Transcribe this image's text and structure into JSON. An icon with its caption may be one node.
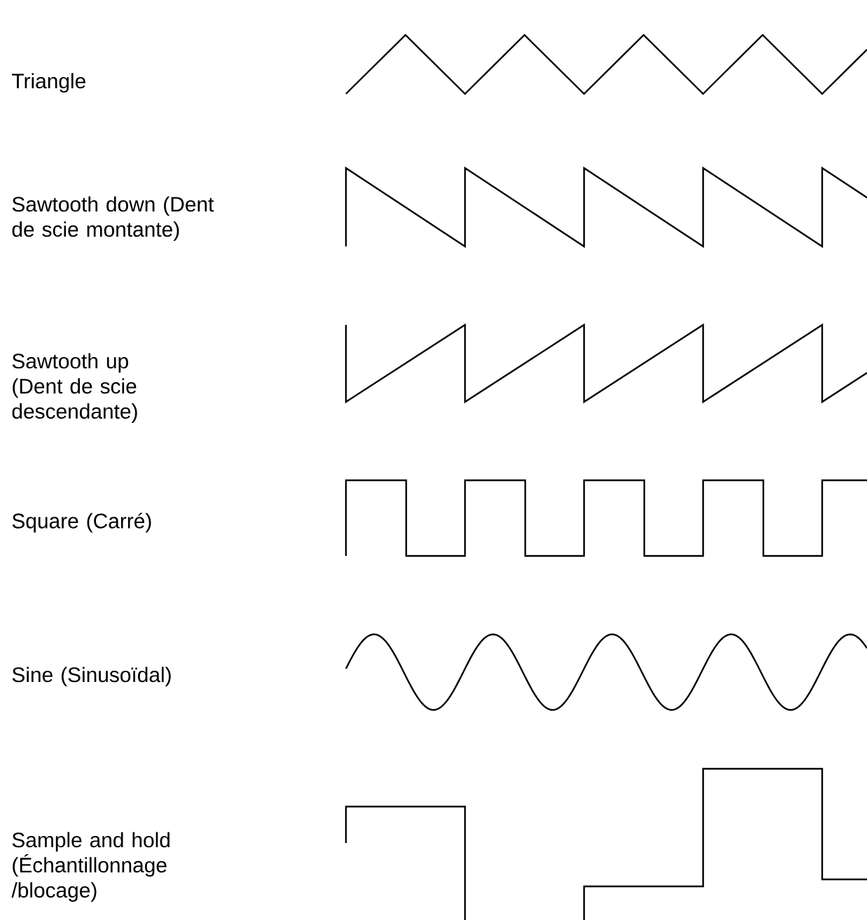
{
  "diagram": {
    "labels": [
      "Triangle",
      "Sawtooth down (Dent de scie montante)",
      "Sawtooth up (Dent de scie descendante)",
      "Square (Carré)",
      "Sine (Sinusoïdal)",
      "Sample and hold (Échantillonnage /blocage)"
    ]
  }
}
